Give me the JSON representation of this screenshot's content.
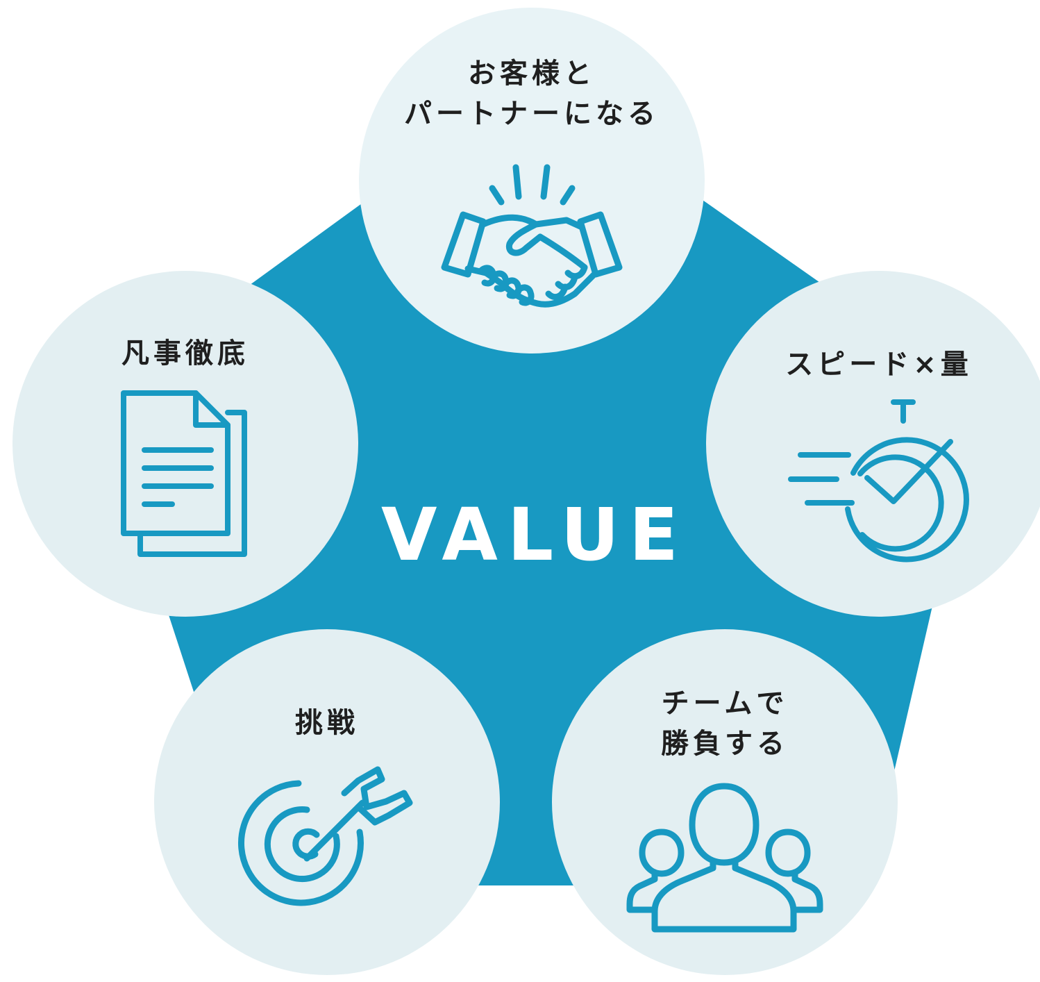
{
  "center": {
    "title": "VALUE"
  },
  "values": [
    {
      "lines": [
        "お客様と",
        "パートナーになる"
      ],
      "icon": "handshake-icon"
    },
    {
      "lines": [
        "スピード×量"
      ],
      "icon": "stopwatch-check-icon"
    },
    {
      "lines": [
        "チームで",
        "勝負する"
      ],
      "icon": "team-icon"
    },
    {
      "lines": [
        "挑戦"
      ],
      "icon": "target-arrow-icon"
    },
    {
      "lines": [
        "凡事徹底"
      ],
      "icon": "document-icon"
    }
  ],
  "colors": {
    "pentagon": "#1899c2",
    "circle": "#e3eff2",
    "icon": "#1899c2",
    "label": "#1f1f1f",
    "title": "#ffffff"
  }
}
